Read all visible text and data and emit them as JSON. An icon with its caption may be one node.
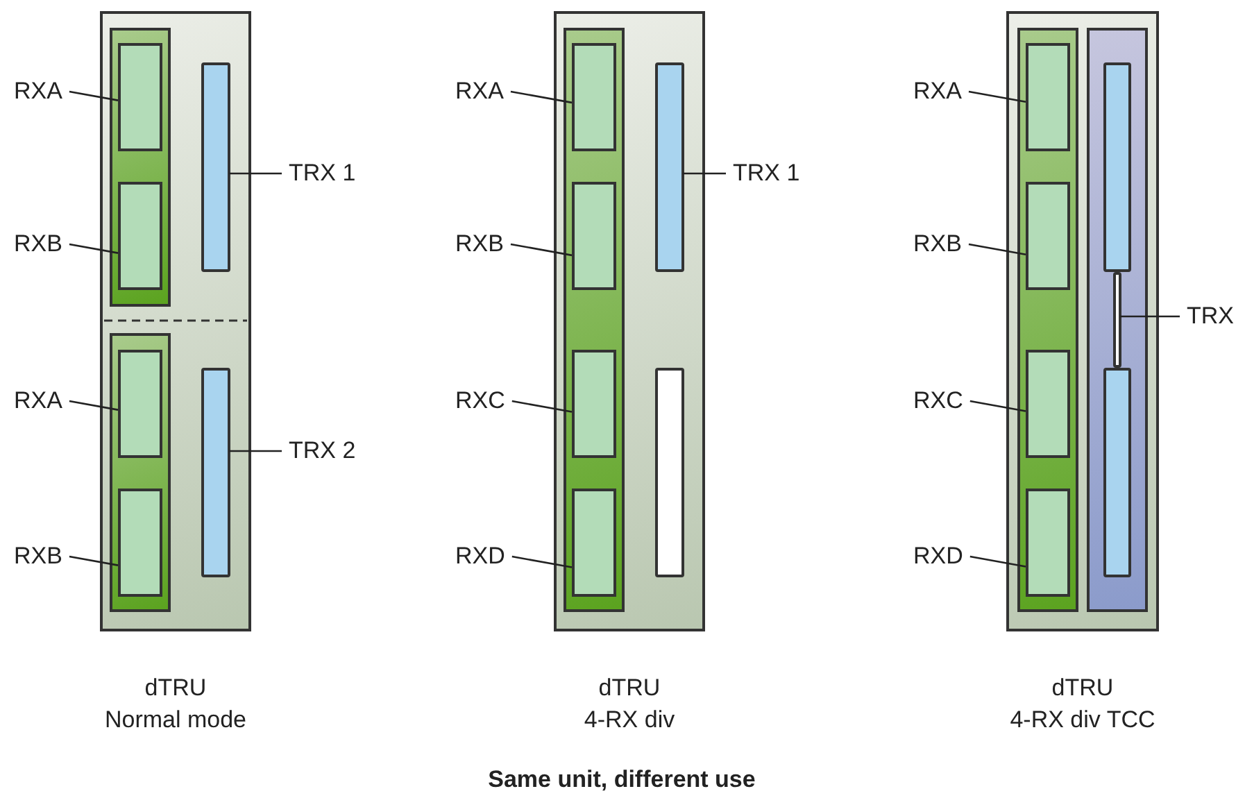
{
  "diagram": {
    "caption": "Same unit, different use",
    "nodes": [
      {
        "text": [],
        "shape": "box",
        "beside": [
          "dTRU",
          "Normal mode"
        ]
      },
      {
        "text": [],
        "shape": "box",
        "in": 0
      },
      {
        "text": [],
        "shape": "box",
        "in": 1
      },
      {
        "text": [],
        "shape": "box",
        "in": 1
      },
      {
        "text": [],
        "shape": "bar",
        "in": 0
      },
      {
        "text": [],
        "shape": "box",
        "in": 0
      },
      {
        "text": [],
        "shape": "box",
        "in": 5
      },
      {
        "text": [],
        "shape": "box",
        "in": 5
      },
      {
        "text": [],
        "shape": "bar",
        "in": 0
      },
      {
        "text": [
          "RXA"
        ]
      },
      {
        "text": [
          "RXB"
        ]
      },
      {
        "text": [
          "TRX 1"
        ]
      },
      {
        "text": [
          "RXA"
        ]
      },
      {
        "text": [
          "RXB"
        ]
      },
      {
        "text": [
          "TRX 2"
        ]
      },
      {
        "text": [],
        "shape": "box",
        "beside": [
          "dTRU",
          "4-RX div"
        ]
      },
      {
        "text": [],
        "shape": "box",
        "in": 15
      },
      {
        "text": [],
        "shape": "box",
        "in": 16
      },
      {
        "text": [],
        "shape": "box",
        "in": 16
      },
      {
        "text": [],
        "shape": "box",
        "in": 16
      },
      {
        "text": [],
        "shape": "box",
        "in": 16
      },
      {
        "text": [],
        "shape": "bar",
        "in": 15
      },
      {
        "text": [],
        "shape": "bar",
        "in": 15
      },
      {
        "text": [
          "RXA"
        ]
      },
      {
        "text": [
          "RXB"
        ]
      },
      {
        "text": [
          "RXC"
        ]
      },
      {
        "text": [
          "RXD"
        ]
      },
      {
        "text": [
          "TRX 1"
        ]
      },
      {
        "text": [],
        "shape": "box",
        "beside": [
          "dTRU",
          "4-RX div TCC"
        ]
      },
      {
        "text": [],
        "shape": "box",
        "in": 28
      },
      {
        "text": [],
        "shape": "box",
        "in": 29
      },
      {
        "text": [],
        "shape": "box",
        "in": 29
      },
      {
        "text": [],
        "shape": "box",
        "in": 29
      },
      {
        "text": [],
        "shape": "box",
        "in": 29
      },
      {
        "text": [],
        "shape": "box",
        "in": 28
      },
      {
        "text": [],
        "shape": "bar",
        "in": 34
      },
      {
        "text": [],
        "shape": "bar",
        "in": 34
      },
      {
        "text": [],
        "shape": "bar",
        "in": 34
      },
      {
        "text": [
          "RXA"
        ]
      },
      {
        "text": [
          "RXB"
        ]
      },
      {
        "text": [
          "RXC"
        ]
      },
      {
        "text": [
          "RXD"
        ]
      },
      {
        "text": [
          "TRX"
        ]
      }
    ],
    "edges": [
      {
        "from": 9,
        "to": 2,
        "arrow": "none"
      },
      {
        "from": 10,
        "to": 3,
        "arrow": "none"
      },
      {
        "from": 11,
        "to": 4,
        "arrow": "none"
      },
      {
        "from": 12,
        "to": 6,
        "arrow": "none"
      },
      {
        "from": 13,
        "to": 7,
        "arrow": "none"
      },
      {
        "from": 14,
        "to": 8,
        "arrow": "none"
      },
      {
        "from": 23,
        "to": 17,
        "arrow": "none"
      },
      {
        "from": 24,
        "to": 18,
        "arrow": "none"
      },
      {
        "from": 25,
        "to": 19,
        "arrow": "none"
      },
      {
        "from": 26,
        "to": 20,
        "arrow": "none"
      },
      {
        "from": 27,
        "to": 21,
        "arrow": "none"
      },
      {
        "from": 38,
        "to": 30,
        "arrow": "none"
      },
      {
        "from": 39,
        "to": 31,
        "arrow": "none"
      },
      {
        "from": 40,
        "to": 32,
        "arrow": "none"
      },
      {
        "from": 41,
        "to": 33,
        "arrow": "none"
      },
      {
        "from": 42,
        "to": 36,
        "arrow": "none"
      }
    ]
  }
}
